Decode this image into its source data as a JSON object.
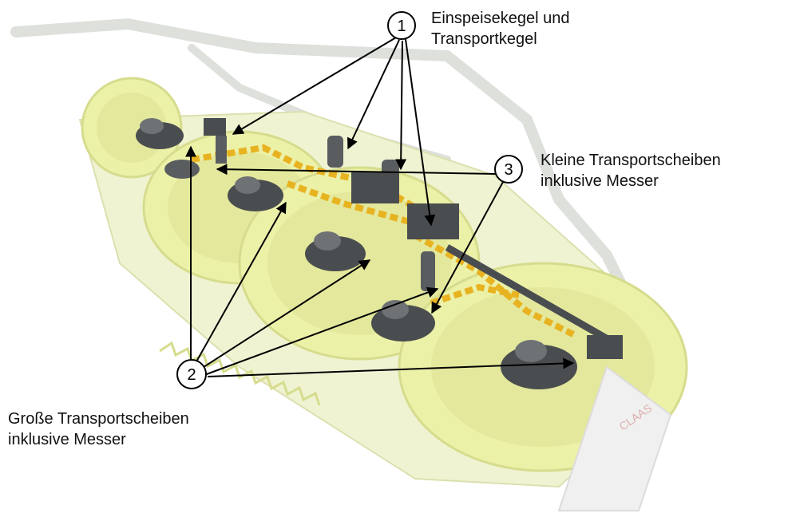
{
  "colors": {
    "machine_frame": "#d9dbd6",
    "machine_frame_shade": "#c9ccc6",
    "rotor_yellow": "#e9ef9a",
    "rotor_yellow_dark": "#cfd77a",
    "drive_dark": "#4a4d4f",
    "drive_mid": "#6e7275",
    "shaft_yellow": "#e8b321",
    "arrow": "#000000"
  },
  "callouts": [
    {
      "number": "1",
      "caption": [
        "Einspeisekegel und",
        "Transportkegel"
      ]
    },
    {
      "number": "2",
      "caption": [
        "Große Transportscheiben",
        "inklusive Messer"
      ]
    },
    {
      "number": "3",
      "caption": [
        "Kleine Transportscheiben",
        "inklusive Messer"
      ]
    }
  ],
  "image": {
    "subject": "maize-header-drive-components",
    "logo_text": "CLAAS"
  }
}
